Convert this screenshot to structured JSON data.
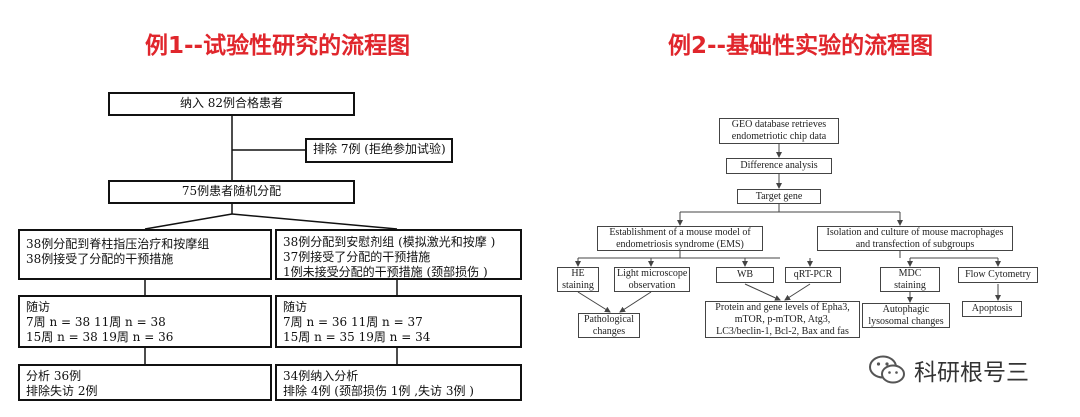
{
  "titles": {
    "left": "例1--试验性研究的流程图",
    "right": "例2--基础性实验的流程图"
  },
  "left_flow": {
    "enroll": "纳入 82例合格患者",
    "exclude": "排除 7例 (拒绝参加试验)",
    "randomize": "75例患者随机分配",
    "group_a": [
      "38例分配到脊柱指压治疗和按摩组",
      "38例接受了分配的干预措施"
    ],
    "group_b": [
      "38例分配到安慰剂组 (模拟激光和按摩 )",
      "37例接受了分配的干预措施",
      "1例未接受分配的干预措施 (颈部损伤 )"
    ],
    "followup_a": [
      "随访",
      "7周  n = 38   11周  n = 38",
      "15周  n = 38   19周  n = 36"
    ],
    "followup_b": [
      "随访",
      "7周  n = 36   11周  n = 37",
      "15周  n = 35   19周  n = 34"
    ],
    "analysis_a": [
      "分析 36例",
      "排除失访 2例"
    ],
    "analysis_b": [
      "34例纳入分析",
      "排除 4例 (颈部损伤 1例 ,失访 3例 )"
    ]
  },
  "right_flow": {
    "geo": [
      "GEO database retrieves",
      "endometriotic chip data"
    ],
    "difference": "Difference analysis",
    "target": "Target gene",
    "ems": [
      "Establishment of a mouse model of",
      "endometriosis syndrome (EMS)"
    ],
    "macro": [
      "Isolation and culture of mouse macrophages",
      "and transfection of subgroups"
    ],
    "he": [
      "HE",
      "staining"
    ],
    "lightmicro": [
      "Light microscope",
      "observation"
    ],
    "wb": "WB",
    "qrt": "qRT-PCR",
    "mdc": [
      "MDC",
      "staining"
    ],
    "flow": "Flow Cytometry",
    "patho": [
      "Pathological",
      "changes"
    ],
    "protein": [
      "Protein and gene levels of Epha3,",
      "mTOR, p-mTOR, Atg3,",
      "LC3/beclin-1, Bcl-2, Bax and fas"
    ],
    "autophagic": [
      "Autophagic",
      "lysosomal changes"
    ],
    "apoptosis": "Apoptosis"
  },
  "watermark": {
    "text": "科研根号三",
    "icon": "wechat-icon",
    "color": "#555555"
  },
  "colors": {
    "title": "#e0262c"
  }
}
